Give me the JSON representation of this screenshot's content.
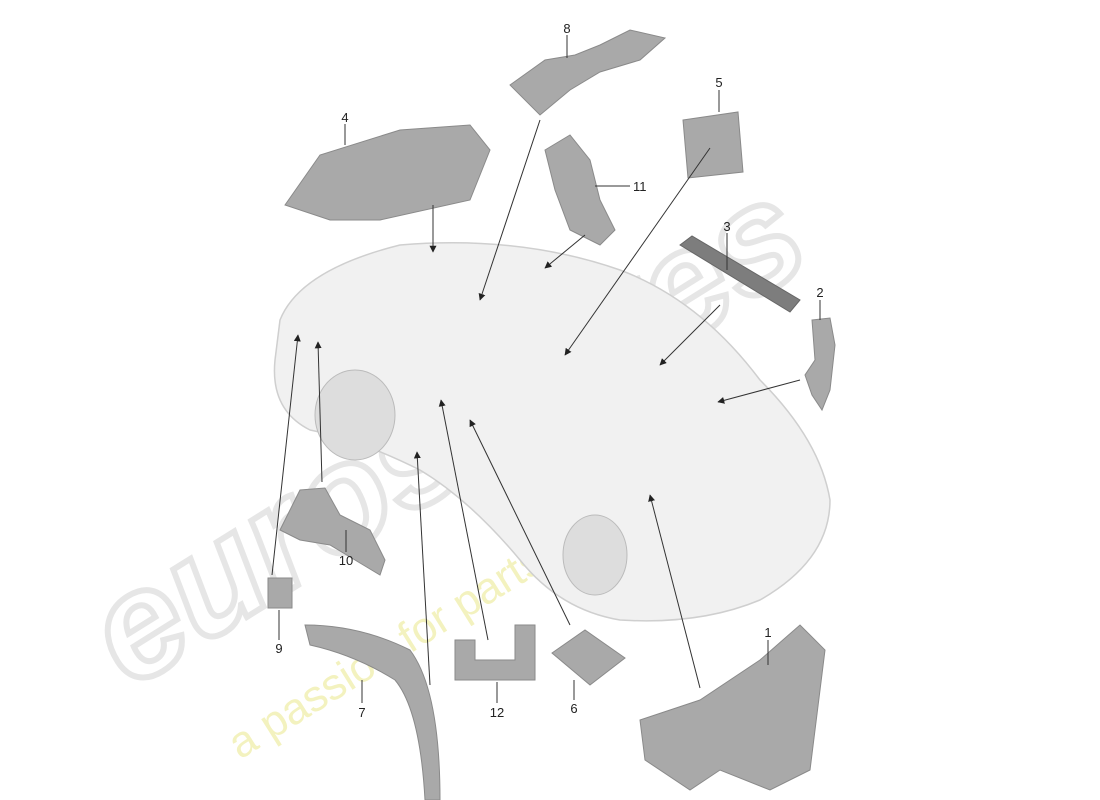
{
  "watermark": {
    "brand": "eurospares",
    "tagline": "a passion for parts since 1985"
  },
  "callouts": {
    "c1": "1",
    "c2": "2",
    "c3": "3",
    "c4": "4",
    "c5": "5",
    "c6": "6",
    "c7": "7",
    "c8": "8",
    "c9": "9",
    "c10": "10",
    "c11": "11",
    "c12": "12"
  },
  "colors": {
    "part": "#a9a9a9",
    "car_body": "#f1f1f1",
    "watermark_tagline": "#f2f0b4"
  }
}
